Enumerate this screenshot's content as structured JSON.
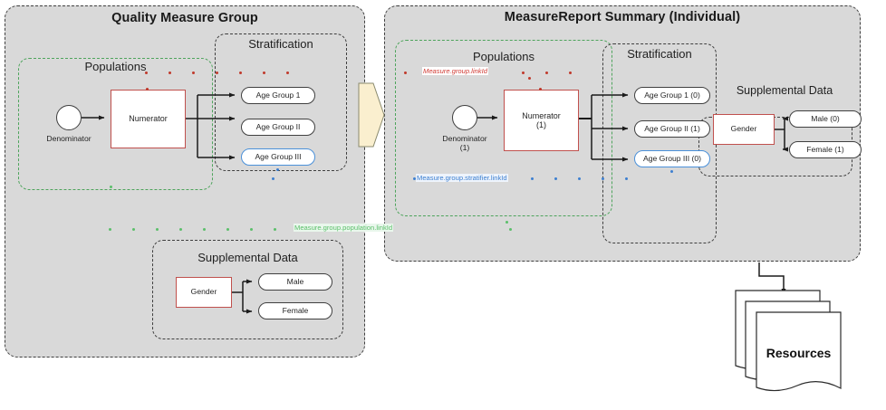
{
  "diagram": {
    "title_left": "Quality Measure Group",
    "title_right": "MeasureReport Summary (Individual)"
  },
  "colors": {
    "panel_fill": "#d9d9d9",
    "panel_border": "#3f3f3f",
    "red_accent": "#c0504d",
    "red_dots": "#c0392b",
    "blue_accent": "#4a90d9",
    "blue_dots": "#3d7fd0",
    "green_accent": "#4ea45c",
    "green_dots": "#5bbf6a",
    "chevron_fill": "#faefcf",
    "node_fill": "#ffffff"
  },
  "left_panel": {
    "title": "Quality Measure Group",
    "populations": {
      "label": "Populations",
      "denominator": "Denominator",
      "numerator": "Numerator"
    },
    "stratification": {
      "label": "Stratification",
      "items": [
        "Age Group 1",
        "Age Group II",
        "Age Group III"
      ]
    },
    "supplemental": {
      "label": "Supplemental Data",
      "source": "Gender",
      "items": [
        "Male",
        "Female"
      ]
    }
  },
  "right_panel": {
    "title": "MeasureReport Summary (Individual)",
    "populations": {
      "label": "Populations",
      "denominator_line1": "Denominator",
      "denominator_line2": "(1)",
      "numerator_line1": "Numerator",
      "numerator_line2": "(1)"
    },
    "stratification": {
      "label": "Stratification",
      "items": [
        "Age Group 1 (0)",
        "Age Group II (1)",
        "Age Group III (0)"
      ]
    },
    "supplemental": {
      "label": "Supplemental Data",
      "source": "Gender",
      "items": [
        "Male (0)",
        "Female (1)"
      ]
    }
  },
  "link_tags": {
    "red": "Measure.group.linkId",
    "blue": "Measure.group.stratifier.linkId",
    "green": "Measure.group.population.linkId"
  },
  "resources": {
    "label": "Resources"
  }
}
